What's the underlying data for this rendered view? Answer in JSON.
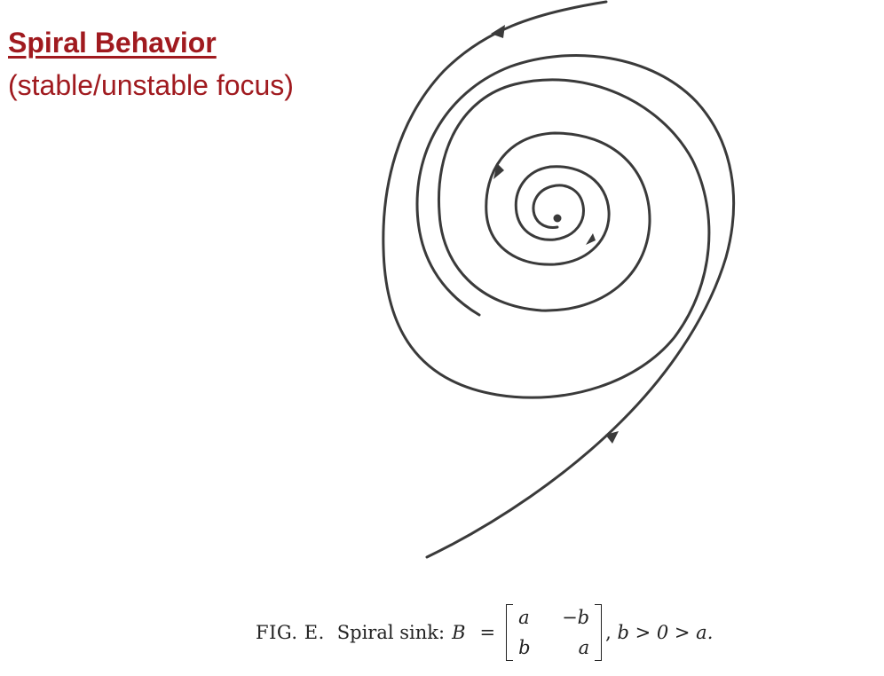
{
  "slide": {
    "title": "Spiral Behavior",
    "subtitle": "(stable/unstable focus)"
  },
  "figure": {
    "caption_label": "FIG. E.",
    "caption_text": "Spiral sink:",
    "matrix_symbol": "B",
    "equals": "=",
    "matrix": [
      [
        "a",
        "−b"
      ],
      [
        "b",
        "a"
      ]
    ],
    "condition": "b > 0 > a."
  },
  "colors": {
    "title": "#a01a1f",
    "trajectory": "#3a3a3a"
  }
}
